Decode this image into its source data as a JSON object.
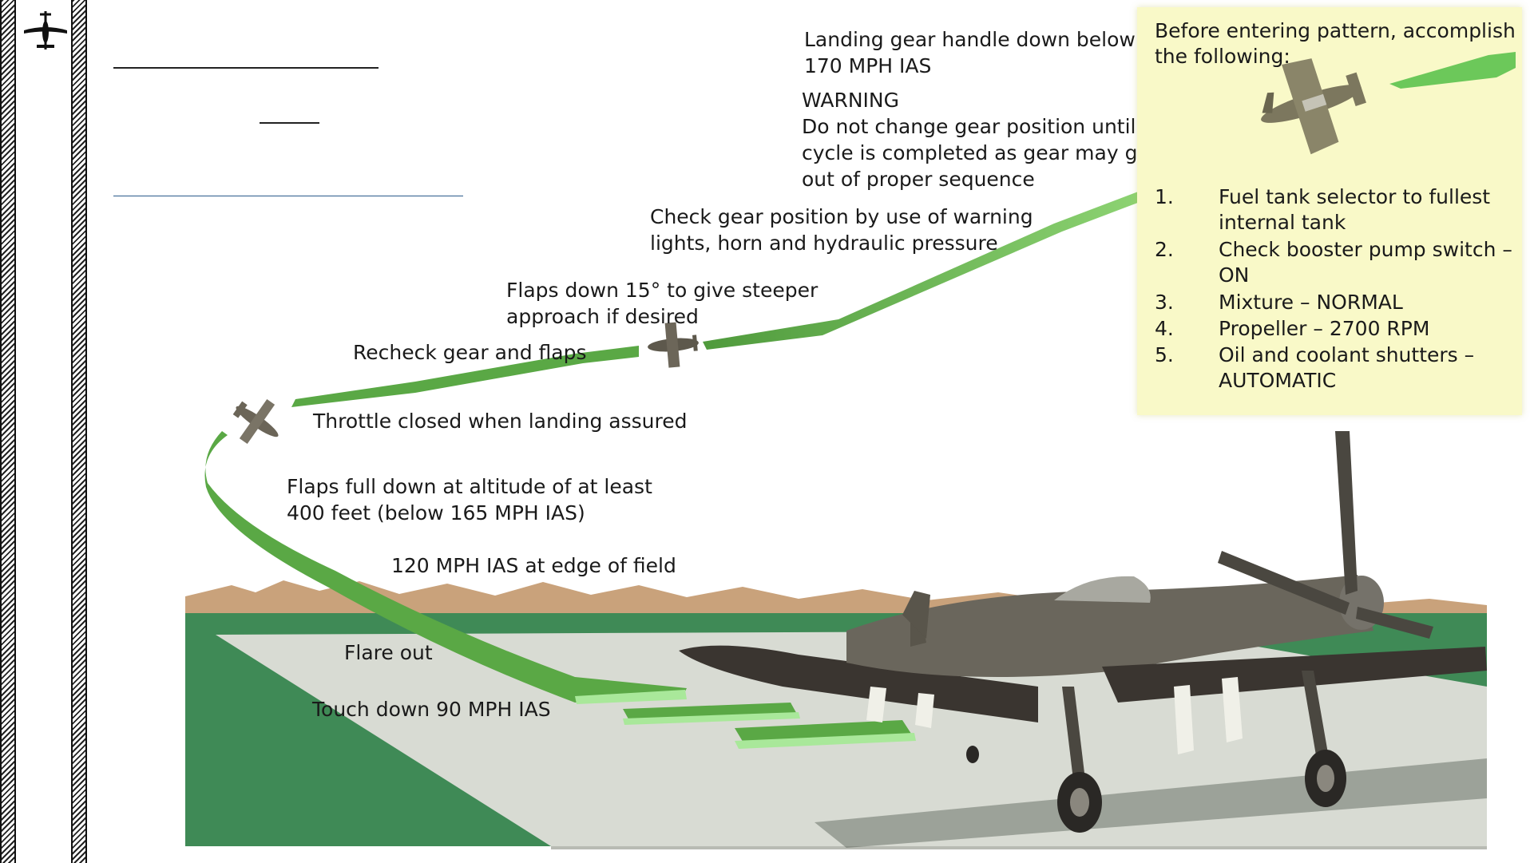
{
  "decor": {
    "logo_icon": "fighter-plane-icon",
    "stripe_color": "#222222",
    "blank_lines": [
      "underline-1",
      "underline-2",
      "underline-3"
    ]
  },
  "colors": {
    "path_green": "#5aa845",
    "path_light": "#a9e89a",
    "ground_green": "#3f8a56",
    "runway": "#d8dbd3",
    "mountains": "#c9a27b",
    "checklist_bg": "#f9f9c8"
  },
  "callouts": {
    "gear_handle": [
      "Landing gear handle down below",
      "170 MPH IAS"
    ],
    "warning": [
      "WARNING",
      "Do not change gear position until",
      "cycle is completed as gear may get",
      "out of proper sequence"
    ],
    "check_gear": [
      "Check gear position by use of warning",
      "lights, horn and hydraulic pressure"
    ],
    "flaps_15": [
      "Flaps down 15° to give steeper",
      "approach if desired"
    ],
    "recheck": "Recheck gear and flaps",
    "throttle": "Throttle closed when landing assured",
    "flaps_full": [
      "Flaps full down at altitude of at least",
      "400 feet (below 165 MPH IAS)"
    ],
    "edge_of_field": "120 MPH IAS at edge of field",
    "flare": "Flare out",
    "touchdown": "Touch down 90 MPH IAS"
  },
  "checklist": {
    "title": "Before entering pattern, accomplish the following:",
    "steps": [
      {
        "num": "1.",
        "text": "Fuel tank selector to fullest internal tank"
      },
      {
        "num": "2.",
        "text": "Check booster pump switch – ON"
      },
      {
        "num": "3.",
        "text": "Mixture – NORMAL"
      },
      {
        "num": "4.",
        "text": "Propeller – 2700 RPM"
      },
      {
        "num": "5.",
        "text": "Oil and coolant shutters – AUTOMATIC"
      }
    ]
  }
}
